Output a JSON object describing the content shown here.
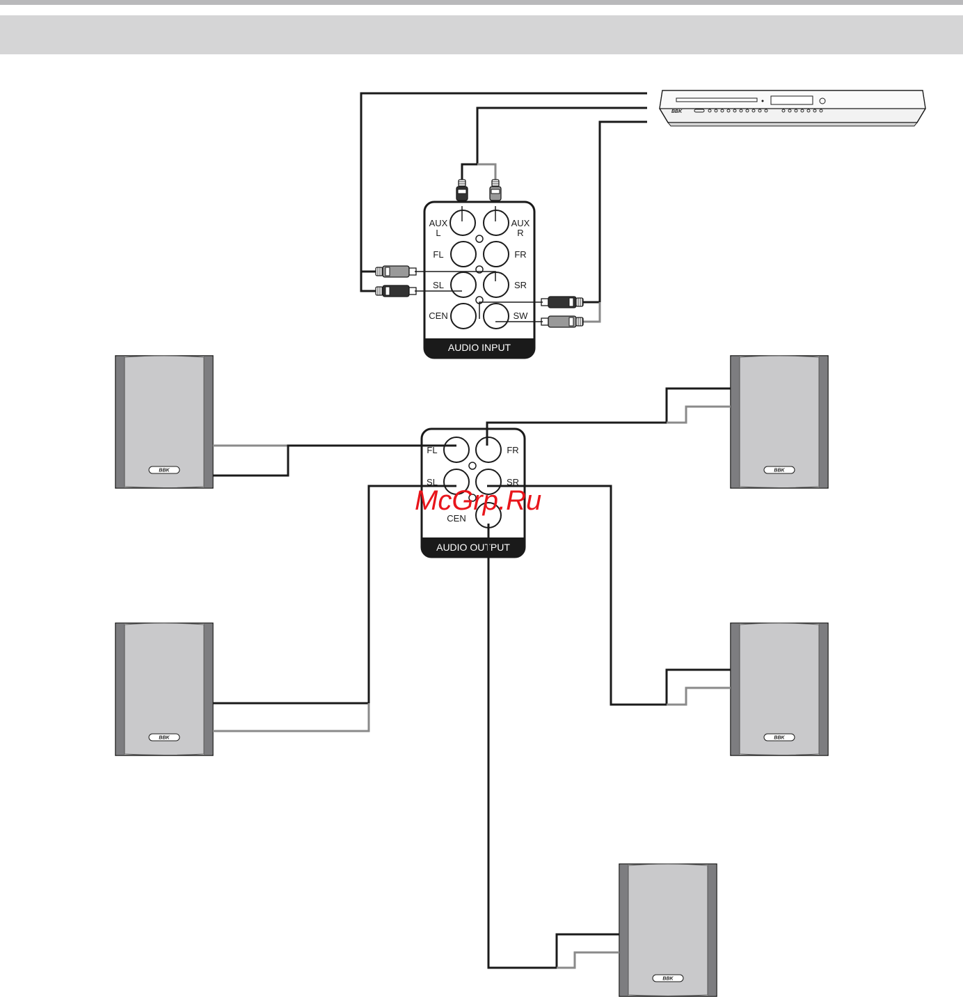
{
  "input_panel": {
    "title": "AUDIO INPUT",
    "aux_l": [
      "AUX",
      "L"
    ],
    "aux_r": [
      "AUX",
      "R"
    ],
    "fl": "FL",
    "fr": "FR",
    "sl": "SL",
    "sr": "SR",
    "cen": "CEN",
    "sw": "SW"
  },
  "output_panel": {
    "title": "AUDIO OUTPUT",
    "fl": "FL",
    "fr": "FR",
    "sl": "SL",
    "sr": "SR",
    "cen": "CEN"
  },
  "brand": "BBK",
  "watermark": "McGrp.Ru",
  "colors": {
    "header_band": "#d5d5d6",
    "wire_dark": "#1a1a1a",
    "wire_gray": "#8a8a8a",
    "speaker_face": "#c9c9cb",
    "speaker_side": "#7d7d80",
    "panel_bottom": "#1a1a1a",
    "watermark": "#e8151b"
  }
}
